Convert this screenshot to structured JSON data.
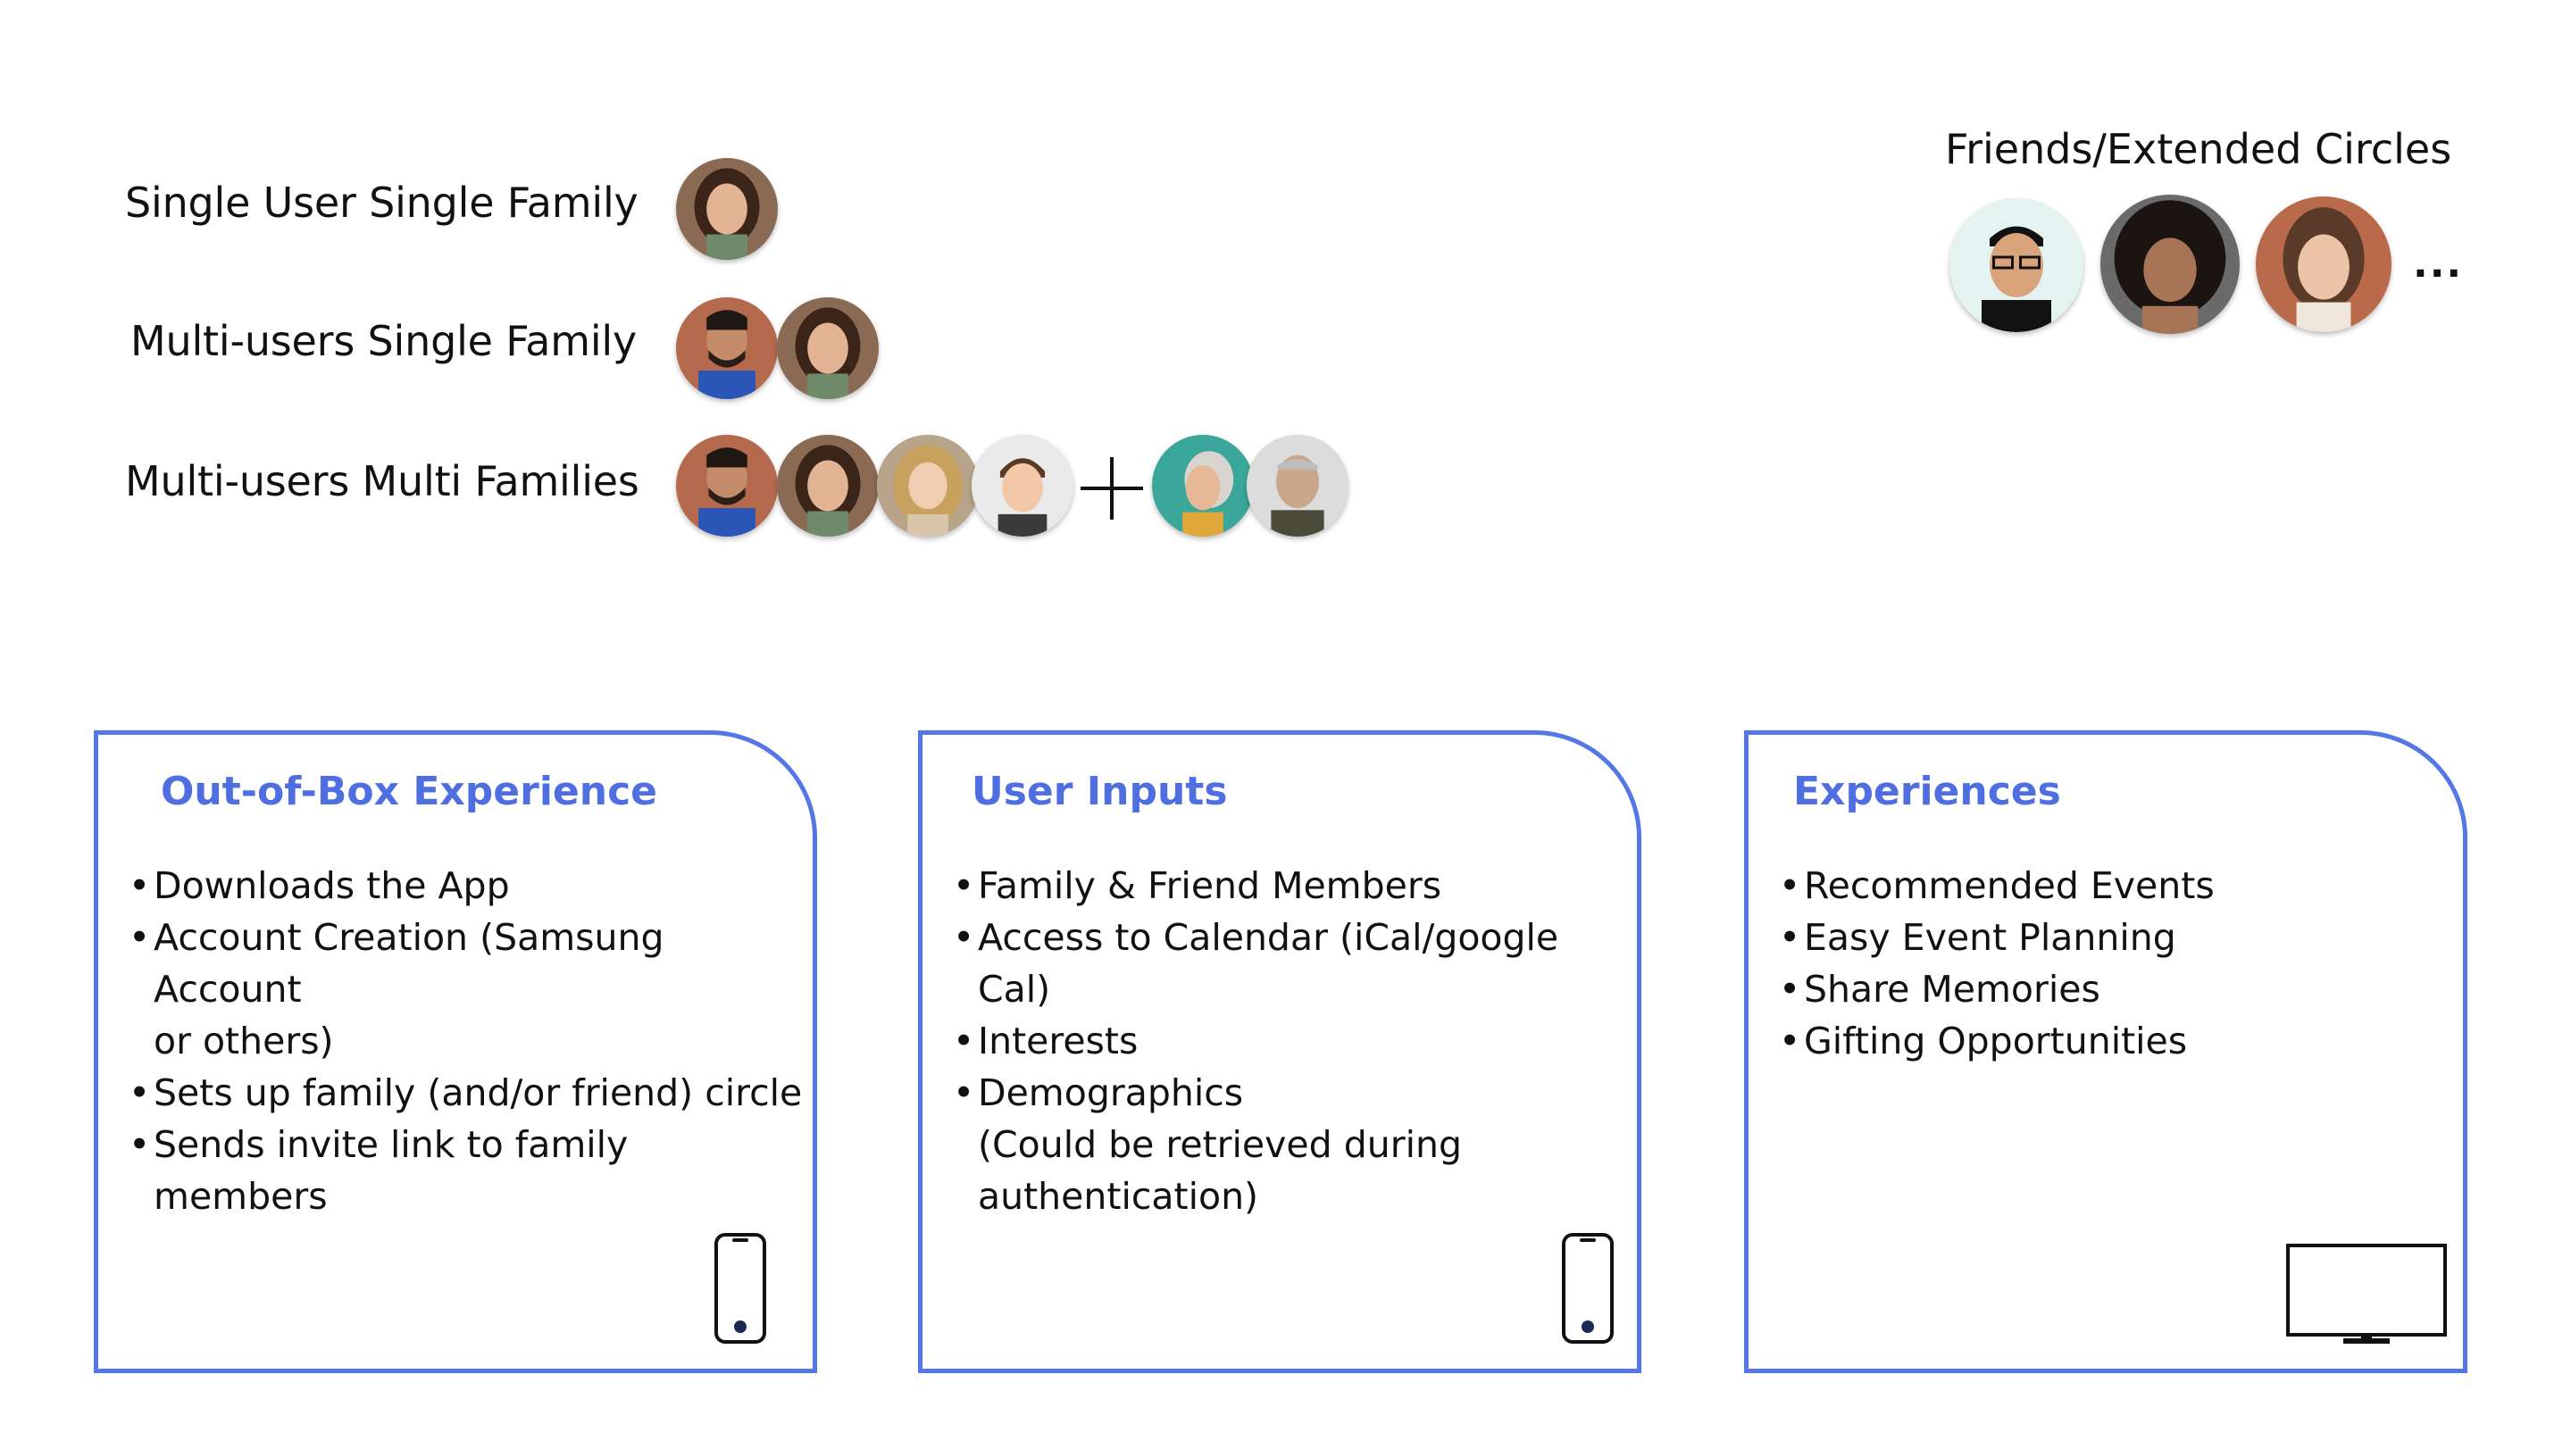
{
  "user_types": [
    {
      "label": "Single User Single Family"
    },
    {
      "label": "Multi-users Single Family"
    },
    {
      "label": "Multi-users Multi Families"
    }
  ],
  "friends": {
    "title": "Friends/Extended Circles",
    "ellipsis": "..."
  },
  "cards": [
    {
      "title": "Out-of-Box Experience",
      "items": [
        "Downloads the App",
        "Account Creation (Samsung Account",
        "or others)",
        "Sets up family (and/or friend) circle",
        "Sends invite link to family members"
      ],
      "device": "phone-icon"
    },
    {
      "title": "User Inputs",
      "items": [
        "Family & Friend Members",
        "Access to Calendar (iCal/google Cal)",
        "Interests",
        "Demographics",
        "(Could be retrieved during",
        "authentication)"
      ],
      "device": "phone-icon"
    },
    {
      "title": "Experiences",
      "items": [
        "Recommended Events",
        "Easy Event Planning",
        "Share Memories",
        "Gifting Opportunities"
      ],
      "device": "tv-icon"
    }
  ],
  "colors": {
    "accent": "#5577e6",
    "title": "#4f6fe0"
  }
}
